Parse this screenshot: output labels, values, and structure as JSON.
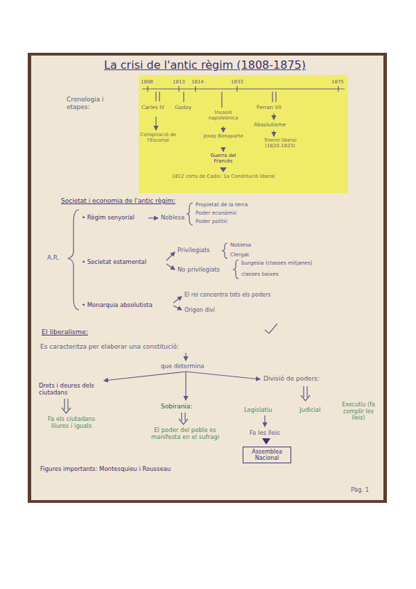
{
  "diagram": {
    "title": "La crisi de l'antic règim (1808-1875)",
    "nodes": [
      {
        "text": [
          "Assemblea Nacional"
        ]
      }
    ],
    "labels": [
      "Cronologia i etapes:",
      "1808",
      "1813",
      "1814",
      "1833",
      "1875",
      "Carles IV",
      "Conspiració de l'Escorial",
      "Godoy",
      "Invasió napoleònica",
      "Josep Bonaparte",
      "Guerra del Francès",
      "1812 corts de Cadis: 1a Constitució liberal",
      "Ferran VII",
      "Absolutisme",
      "Trienni liberal (1820-1823)",
      "Societat i economia de l'antic règim:",
      "A.R.",
      "• Règim senyorial",
      "Noblesa",
      "Propietat de la terra",
      "Poder econòmic",
      "Poder polític",
      "• Societat estamental",
      "Privilegiats",
      "Noblesa",
      "Clergat",
      "No privilegiats",
      "burgesia (classes mitjanes)",
      "classes baixes",
      "• Monarquia absolutista",
      "El rei concentra tots els poders",
      "Origen diví",
      "El liberalisme:",
      "Es caracteritza per elaborar una constitució:",
      "que determina",
      "Drets i deures dels ciutadans",
      "Fa els ciutadans lliures i iguals",
      "Sobirania:",
      "El poder del poble es manifesta en el sufragi",
      "Divisió de poders:",
      "Legislatiu",
      "Fa les lleis",
      "Judicial",
      "Executiu (fa complir les lleis)",
      "Figures importants: Montesquieu i Rousseau",
      "Pàg. 1"
    ]
  }
}
